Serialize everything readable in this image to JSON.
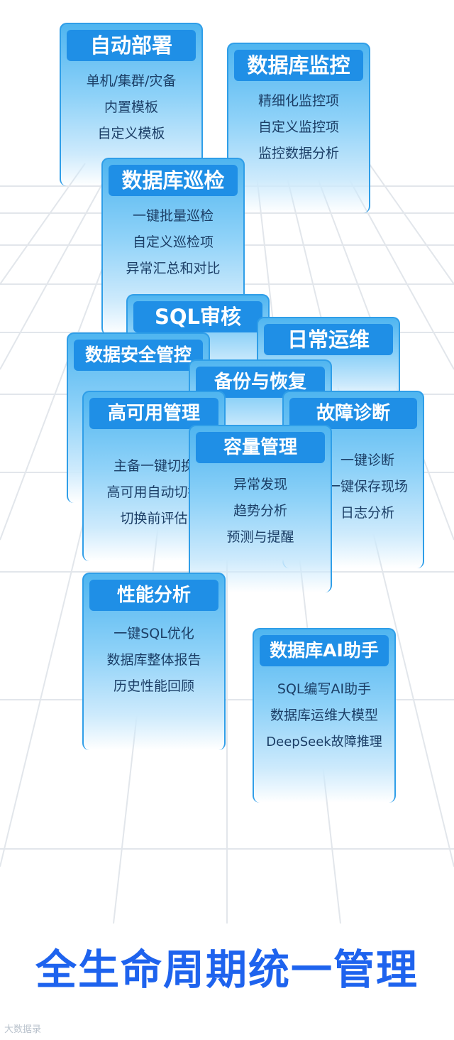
{
  "cards": {
    "deploy": {
      "title": "自动部署",
      "items": [
        "单机/集群/灾备",
        "内置模板",
        "自定义模板"
      ]
    },
    "monitor": {
      "title": "数据库监控",
      "items": [
        "精细化监控项",
        "自定义监控项",
        "监控数据分析"
      ]
    },
    "inspect": {
      "title": "数据库巡检",
      "items": [
        "一键批量巡检",
        "自定义巡检项",
        "异常汇总和对比"
      ]
    },
    "sqlaudit": {
      "title": "SQL审核"
    },
    "daily": {
      "title": "日常运维"
    },
    "security": {
      "title": "数据安全管控"
    },
    "backup": {
      "title": "备份与恢复"
    },
    "ha": {
      "title": "高可用管理",
      "items": [
        "主备一键切换",
        "高可用自动切换",
        "切换前评估"
      ]
    },
    "diagnose": {
      "title": "故障诊断",
      "items": [
        "一键诊断",
        "一键保存现场",
        "日志分析"
      ]
    },
    "capacity": {
      "title": "容量管理",
      "items": [
        "异常发现",
        "趋势分析",
        "预测与提醒"
      ]
    },
    "perf": {
      "title": "性能分析",
      "items": [
        "一键SQL优化",
        "数据库整体报告",
        "历史性能回顾"
      ]
    },
    "ai": {
      "title": "数据库AI助手",
      "items": [
        "SQL编写AI助手",
        "数据库运维大模型",
        "DeepSeek故障推理"
      ]
    }
  },
  "headline": "全生命周期统一管理",
  "watermark": "大数据录",
  "colors": {
    "header_blue": "#1f8fe6",
    "title_blue": "#1e63ee",
    "item_text": "#1b3e66"
  }
}
